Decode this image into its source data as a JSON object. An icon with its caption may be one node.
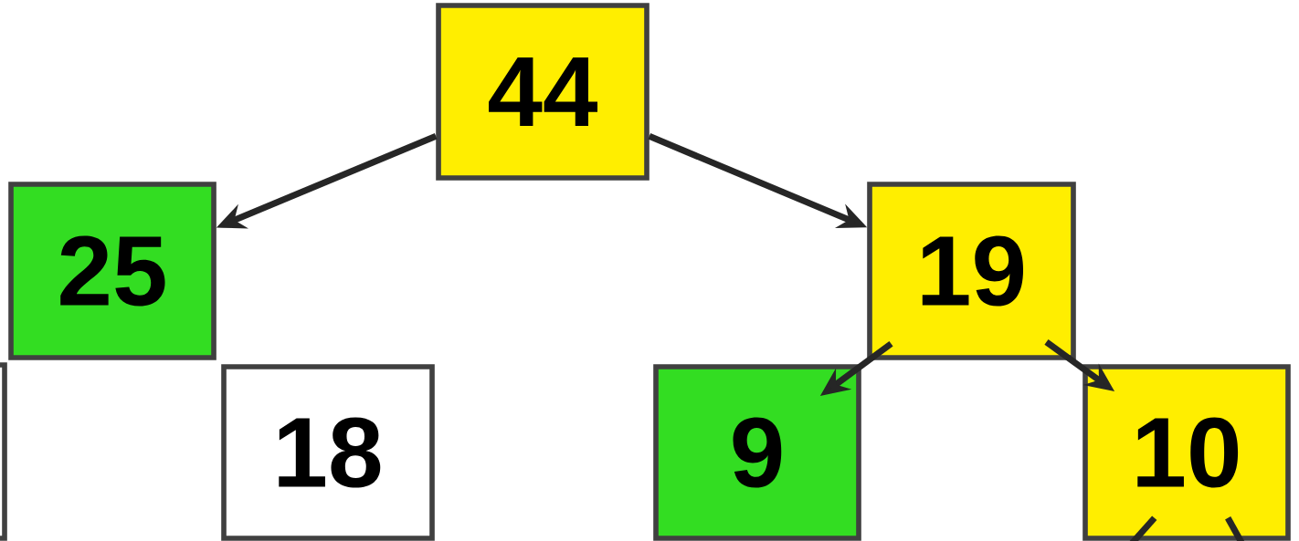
{
  "diagram": {
    "nodes": [
      {
        "text": [
          "44"
        ]
      },
      {
        "text": [
          "25"
        ]
      },
      {
        "text": [
          "19"
        ]
      },
      {
        "text": [],
        "shape": "box"
      },
      {
        "text": [
          "18"
        ]
      },
      {
        "text": [
          "9"
        ]
      },
      {
        "text": [
          "10"
        ]
      }
    ],
    "edges": [
      {
        "from": 0,
        "to": 1,
        "arrow": "to"
      },
      {
        "from": 0,
        "to": 2,
        "arrow": "to"
      },
      {
        "from": 2,
        "to": 5,
        "arrow": "to"
      },
      {
        "from": 2,
        "to": 6,
        "arrow": "to"
      },
      {
        "from": 6,
        "to": null,
        "arrow": "none"
      },
      {
        "from": 6,
        "to": null,
        "arrow": "none"
      }
    ]
  }
}
